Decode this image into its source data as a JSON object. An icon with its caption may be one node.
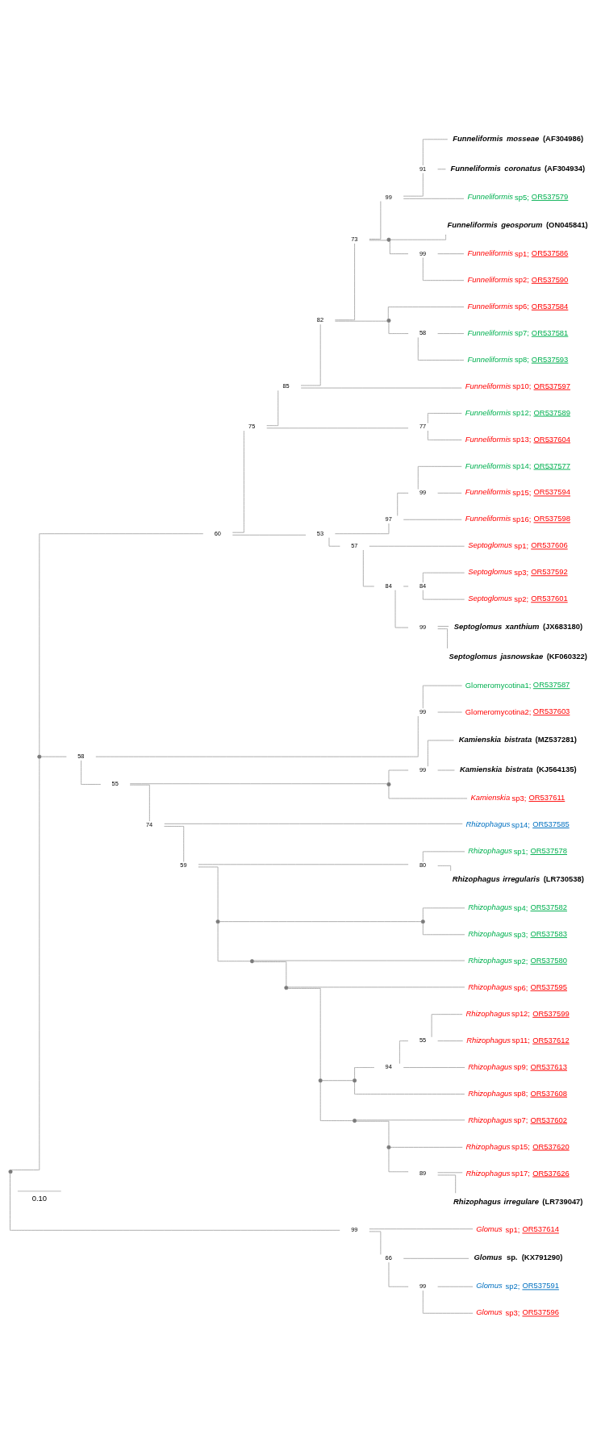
{
  "diagram": {
    "nodes": [
      {
        "text": [],
        "shape": "point"
      },
      {
        "text": [],
        "shape": "point"
      },
      {
        "text": [
          "60"
        ]
      },
      {
        "text": [
          "75"
        ]
      },
      {
        "text": [
          "85"
        ]
      },
      {
        "text": [
          "82"
        ]
      },
      {
        "text": [
          "73"
        ]
      },
      {
        "text": [
          "99"
        ]
      },
      {
        "text": [
          "91"
        ]
      },
      {
        "text": [
          "*Funneliformis mosseae* (AF304986)"
        ]
      },
      {
        "text": [
          "*Funneliformis coronatus* (AF304934)"
        ]
      },
      {
        "text": [
          "*Funneliformis* sp5; OR537579"
        ]
      },
      {
        "text": [],
        "shape": "point"
      },
      {
        "text": [
          "*Funneliformis geosporum* (ON045841)"
        ]
      },
      {
        "text": [
          "99"
        ]
      },
      {
        "text": [
          "*Funneliformis* sp1; OR537586"
        ]
      },
      {
        "text": [
          "*Funneliformis* sp2; OR537590"
        ]
      },
      {
        "text": [],
        "shape": "point"
      },
      {
        "text": [
          "*Funneliformis* sp6; OR537584"
        ]
      },
      {
        "text": [
          "58"
        ]
      },
      {
        "text": [
          "*Funneliformis* sp7; OR537581"
        ]
      },
      {
        "text": [
          "*Funneliformis* sp8; OR537593"
        ]
      },
      {
        "text": [
          "*Funneliformis* sp10; OR537597"
        ]
      },
      {
        "text": [
          "77"
        ]
      },
      {
        "text": [
          "*Funneliformis* sp12; OR537589"
        ]
      },
      {
        "text": [
          "*Funneliformis* sp13; OR537604"
        ]
      },
      {
        "text": [
          "53"
        ]
      },
      {
        "text": [
          "97"
        ]
      },
      {
        "text": [
          "99"
        ]
      },
      {
        "text": [
          "*Funneliformis* sp14; OR537577"
        ]
      },
      {
        "text": [
          "*Funneliformis* sp15; OR537594"
        ]
      },
      {
        "text": [
          "*Funneliformis* sp16; OR537598"
        ]
      },
      {
        "text": [
          "57"
        ]
      },
      {
        "text": [
          "*Septoglomus* sp1; OR537606"
        ]
      },
      {
        "text": [
          "84"
        ]
      },
      {
        "text": [
          "84"
        ]
      },
      {
        "text": [
          "*Septoglomus* sp3; OR537592"
        ]
      },
      {
        "text": [
          "*Septoglomus* sp2; OR537601"
        ]
      },
      {
        "text": [
          "99"
        ]
      },
      {
        "text": [
          "*Septoglomus xanthium* (JX683180)"
        ]
      },
      {
        "text": [
          "*Septoglomus jasnowskae* (KF060322)"
        ]
      },
      {
        "text": [
          "58"
        ]
      },
      {
        "text": [
          "99"
        ]
      },
      {
        "text": [
          "Glomeromycotina1; OR537587"
        ]
      },
      {
        "text": [
          "Glomeromycotina2; OR537603"
        ]
      },
      {
        "text": [
          "55"
        ]
      },
      {
        "text": [],
        "shape": "point"
      },
      {
        "text": [
          "99"
        ]
      },
      {
        "text": [
          "*Kamienskia bistrata* (MZ537281)"
        ]
      },
      {
        "text": [
          "*Kamienskia bistrata* (KJ564135)"
        ]
      },
      {
        "text": [
          "*Kamienskia* sp3; OR537611"
        ]
      },
      {
        "text": [
          "74"
        ]
      },
      {
        "text": [
          "*Rhizophagus* sp14; OR537585"
        ]
      },
      {
        "text": [
          "59"
        ]
      },
      {
        "text": [
          "80"
        ]
      },
      {
        "text": [
          "*Rhizophagus* sp1; OR537578"
        ]
      },
      {
        "text": [
          "*Rhizophagus irregularis* (LR730538)"
        ]
      },
      {
        "text": [],
        "shape": "point"
      },
      {
        "text": [],
        "shape": "point"
      },
      {
        "text": [
          "*Rhizophagus* sp4; OR537582"
        ]
      },
      {
        "text": [
          "*Rhizophagus* sp3; OR537583"
        ]
      },
      {
        "text": [],
        "shape": "point"
      },
      {
        "text": [
          "*Rhizophagus* sp2; OR537580"
        ]
      },
      {
        "text": [],
        "shape": "point"
      },
      {
        "text": [
          "*Rhizophagus* sp6; OR537595"
        ]
      },
      {
        "text": [],
        "shape": "point"
      },
      {
        "text": [],
        "shape": "point"
      },
      {
        "text": [
          "94"
        ]
      },
      {
        "text": [
          "55"
        ]
      },
      {
        "text": [
          "*Rhizophagus* sp12; OR537599"
        ]
      },
      {
        "text": [
          "*Rhizophagus* sp11; OR537612"
        ]
      },
      {
        "text": [
          "*Rhizophagus* sp9; OR537613"
        ]
      },
      {
        "text": [
          "*Rhizophagus* sp8; OR537608"
        ]
      },
      {
        "text": [],
        "shape": "point"
      },
      {
        "text": [
          "*Rhizophagus* sp7; OR537602"
        ]
      },
      {
        "text": [],
        "shape": "point"
      },
      {
        "text": [
          "*Rhizophagus* sp15; OR537620"
        ]
      },
      {
        "text": [
          "89"
        ]
      },
      {
        "text": [
          "*Rhizophagus* sp17; OR537626"
        ]
      },
      {
        "text": [
          "*Rhizophagus irregulare* (LR739047)"
        ]
      },
      {
        "text": [
          "99"
        ]
      },
      {
        "text": [
          "*Glomus* sp1; OR537614"
        ]
      },
      {
        "text": [
          "66"
        ]
      },
      {
        "text": [
          "*Glomus* sp. (KX791290)"
        ]
      },
      {
        "text": [
          "99"
        ]
      },
      {
        "text": [
          "*Glomus* sp2; OR537591"
        ]
      },
      {
        "text": [
          "*Glomus* sp3; OR537596"
        ]
      }
    ],
    "edges": [
      {
        "from": 0,
        "to": 1,
        "arrow": "none"
      },
      {
        "from": 0,
        "to": 80,
        "arrow": "none"
      },
      {
        "from": 1,
        "to": 2,
        "arrow": "none"
      },
      {
        "from": 1,
        "to": 41,
        "arrow": "none"
      },
      {
        "from": 2,
        "to": 3,
        "arrow": "none"
      },
      {
        "from": 2,
        "to": 26,
        "arrow": "none"
      },
      {
        "from": 3,
        "to": 4,
        "arrow": "none"
      },
      {
        "from": 3,
        "to": 23,
        "arrow": "none"
      },
      {
        "from": 4,
        "to": 5,
        "arrow": "none"
      },
      {
        "from": 4,
        "to": 22,
        "arrow": "none"
      },
      {
        "from": 5,
        "to": 6,
        "arrow": "none"
      },
      {
        "from": 5,
        "to": 17,
        "arrow": "none"
      },
      {
        "from": 6,
        "to": 7,
        "arrow": "none"
      },
      {
        "from": 6,
        "to": 12,
        "arrow": "none"
      },
      {
        "from": 7,
        "to": 8,
        "arrow": "none"
      },
      {
        "from": 7,
        "to": 11,
        "arrow": "none"
      },
      {
        "from": 8,
        "to": 9,
        "arrow": "none"
      },
      {
        "from": 8,
        "to": 10,
        "arrow": "none"
      },
      {
        "from": 12,
        "to": 13,
        "arrow": "none"
      },
      {
        "from": 12,
        "to": 14,
        "arrow": "none"
      },
      {
        "from": 14,
        "to": 15,
        "arrow": "none"
      },
      {
        "from": 14,
        "to": 16,
        "arrow": "none"
      },
      {
        "from": 17,
        "to": 18,
        "arrow": "none"
      },
      {
        "from": 17,
        "to": 19,
        "arrow": "none"
      },
      {
        "from": 19,
        "to": 20,
        "arrow": "none"
      },
      {
        "from": 19,
        "to": 21,
        "arrow": "none"
      },
      {
        "from": 23,
        "to": 24,
        "arrow": "none"
      },
      {
        "from": 23,
        "to": 25,
        "arrow": "none"
      },
      {
        "from": 26,
        "to": 27,
        "arrow": "none"
      },
      {
        "from": 26,
        "to": 32,
        "arrow": "none"
      },
      {
        "from": 27,
        "to": 28,
        "arrow": "none"
      },
      {
        "from": 27,
        "to": 31,
        "arrow": "none"
      },
      {
        "from": 28,
        "to": 29,
        "arrow": "none"
      },
      {
        "from": 28,
        "to": 30,
        "arrow": "none"
      },
      {
        "from": 32,
        "to": 33,
        "arrow": "none"
      },
      {
        "from": 32,
        "to": 34,
        "arrow": "none"
      },
      {
        "from": 34,
        "to": 35,
        "arrow": "none"
      },
      {
        "from": 34,
        "to": 38,
        "arrow": "none"
      },
      {
        "from": 35,
        "to": 36,
        "arrow": "none"
      },
      {
        "from": 35,
        "to": 37,
        "arrow": "none"
      },
      {
        "from": 38,
        "to": 39,
        "arrow": "none"
      },
      {
        "from": 38,
        "to": 40,
        "arrow": "none"
      },
      {
        "from": 41,
        "to": 42,
        "arrow": "none"
      },
      {
        "from": 41,
        "to": 45,
        "arrow": "none"
      },
      {
        "from": 42,
        "to": 43,
        "arrow": "none"
      },
      {
        "from": 42,
        "to": 44,
        "arrow": "none"
      },
      {
        "from": 45,
        "to": 46,
        "arrow": "none"
      },
      {
        "from": 45,
        "to": 51,
        "arrow": "none"
      },
      {
        "from": 46,
        "to": 47,
        "arrow": "none"
      },
      {
        "from": 46,
        "to": 50,
        "arrow": "none"
      },
      {
        "from": 47,
        "to": 48,
        "arrow": "none"
      },
      {
        "from": 47,
        "to": 49,
        "arrow": "none"
      },
      {
        "from": 51,
        "to": 52,
        "arrow": "none"
      },
      {
        "from": 51,
        "to": 53,
        "arrow": "none"
      },
      {
        "from": 53,
        "to": 54,
        "arrow": "none"
      },
      {
        "from": 53,
        "to": 57,
        "arrow": "none"
      },
      {
        "from": 54,
        "to": 55,
        "arrow": "none"
      },
      {
        "from": 54,
        "to": 56,
        "arrow": "none"
      },
      {
        "from": 57,
        "to": 58,
        "arrow": "none"
      },
      {
        "from": 57,
        "to": 61,
        "arrow": "none"
      },
      {
        "from": 58,
        "to": 59,
        "arrow": "none"
      },
      {
        "from": 58,
        "to": 60,
        "arrow": "none"
      },
      {
        "from": 61,
        "to": 62,
        "arrow": "none"
      },
      {
        "from": 61,
        "to": 63,
        "arrow": "none"
      },
      {
        "from": 63,
        "to": 64,
        "arrow": "none"
      },
      {
        "from": 63,
        "to": 65,
        "arrow": "none"
      },
      {
        "from": 65,
        "to": 66,
        "arrow": "none"
      },
      {
        "from": 65,
        "to": 73,
        "arrow": "none"
      },
      {
        "from": 66,
        "to": 67,
        "arrow": "none"
      },
      {
        "from": 66,
        "to": 72,
        "arrow": "none"
      },
      {
        "from": 67,
        "to": 68,
        "arrow": "none"
      },
      {
        "from": 67,
        "to": 71,
        "arrow": "none"
      },
      {
        "from": 68,
        "to": 69,
        "arrow": "none"
      },
      {
        "from": 68,
        "to": 70,
        "arrow": "none"
      },
      {
        "from": 73,
        "to": 74,
        "arrow": "none"
      },
      {
        "from": 73,
        "to": 75,
        "arrow": "none"
      },
      {
        "from": 75,
        "to": 76,
        "arrow": "none"
      },
      {
        "from": 75,
        "to": 77,
        "arrow": "none"
      },
      {
        "from": 77,
        "to": 78,
        "arrow": "none"
      },
      {
        "from": 77,
        "to": 79,
        "arrow": "none"
      },
      {
        "from": 80,
        "to": 81,
        "arrow": "none"
      },
      {
        "from": 80,
        "to": 82,
        "arrow": "none"
      },
      {
        "from": 82,
        "to": 83,
        "arrow": "none"
      },
      {
        "from": 82,
        "to": 84,
        "arrow": "none"
      },
      {
        "from": 84,
        "to": 85,
        "arrow": "none"
      },
      {
        "from": 84,
        "to": 86,
        "arrow": "none"
      }
    ],
    "labels": [
      "0.10"
    ]
  }
}
